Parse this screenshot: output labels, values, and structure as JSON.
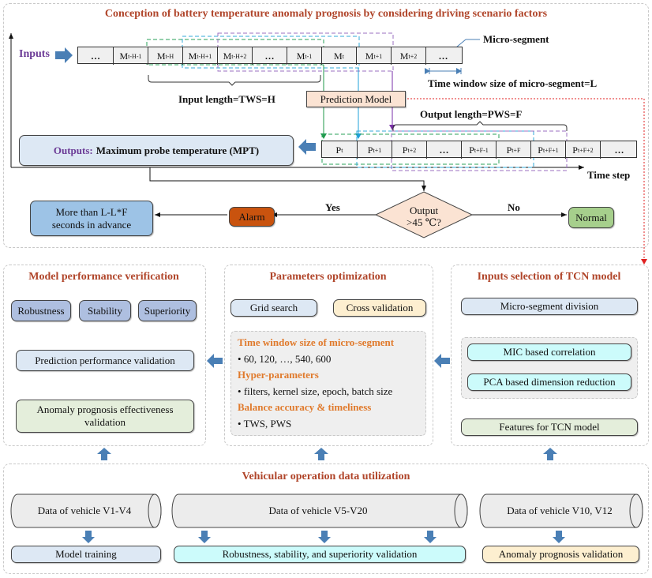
{
  "top": {
    "title": "Conception of battery temperature anomaly prognosis by considering driving scenario factors",
    "inputs_label": "Inputs",
    "input_cells": [
      {
        "base": "…",
        "sub": ""
      },
      {
        "base": "M",
        "sub": "t-H-1"
      },
      {
        "base": "M",
        "sub": "t-H"
      },
      {
        "base": "M",
        "sub": "t-H+1"
      },
      {
        "base": "M",
        "sub": "t-H+2"
      },
      {
        "base": "…",
        "sub": ""
      },
      {
        "base": "M",
        "sub": "t-1"
      },
      {
        "base": "M",
        "sub": "t"
      },
      {
        "base": "M",
        "sub": "t+1"
      },
      {
        "base": "M",
        "sub": "t+2"
      },
      {
        "base": "…",
        "sub": ""
      }
    ],
    "micro_segment_label": "Micro-segment",
    "time_window_label": "Time window size of micro-segment=L",
    "input_length_label": "Input length=TWS=H",
    "prediction_model_label": "Prediction Model",
    "output_length_label": "Output length=PWS=F",
    "outputs_prefix": "Outputs:",
    "outputs_text": "Maximum probe temperature (MPT)",
    "output_cells": [
      {
        "base": "P",
        "sub": "t"
      },
      {
        "base": "P",
        "sub": "t+1"
      },
      {
        "base": "P",
        "sub": "t+2"
      },
      {
        "base": "…",
        "sub": ""
      },
      {
        "base": "P",
        "sub": "t+F-1"
      },
      {
        "base": "P",
        "sub": "t+F"
      },
      {
        "base": "P",
        "sub": "t+F+1"
      },
      {
        "base": "P",
        "sub": "t+F+2"
      },
      {
        "base": "…",
        "sub": ""
      }
    ],
    "time_step_label": "Time step",
    "decision_line1": "Output",
    "decision_line2": ">45 ℃?",
    "yes_label": "Yes",
    "no_label": "No",
    "alarm_label": "Alarm",
    "normal_label": "Normal",
    "advance_line1": "More than L-L*F",
    "advance_line2": "seconds in advance"
  },
  "verification": {
    "title": "Model performance verification",
    "criteria": [
      "Robustness",
      "Stability",
      "Superiority"
    ],
    "prediction_validation": "Prediction performance validation",
    "anomaly_validation_line1": "Anomaly prognosis effectiveness",
    "anomaly_validation_line2": "validation"
  },
  "optimization": {
    "title": "Parameters optimization",
    "grid_search": "Grid search",
    "cross_validation": "Cross validation",
    "sections": [
      {
        "heading": "Time window size of micro-segment",
        "bullet": "60, 120, …, 540, 600"
      },
      {
        "heading": "Hyper-parameters",
        "bullet": "filters, kernel size, epoch, batch size"
      },
      {
        "heading": "Balance accuracy & timeliness",
        "bullet": "TWS, PWS"
      }
    ]
  },
  "inputs_selection": {
    "title": "Inputs selection of TCN model",
    "micro_division": "Micro-segment division",
    "mic": "MIC based correlation",
    "pca": "PCA based dimension reduction",
    "features": "Features for TCN model"
  },
  "data_utilization": {
    "title": "Vehicular operation data utilization",
    "datasets": [
      "Data of vehicle V1-V4",
      "Data of vehicle V5-V20",
      "Data of vehicle V10, V12"
    ],
    "uses": [
      "Model training",
      "Robustness, stability, and superiority validation",
      "Anomaly prognosis validation"
    ]
  },
  "colors": {
    "title": "#b0452a",
    "accent_orange": "#e07a2c",
    "arrow_blue": "#4a7fb5",
    "inputs_purple": "#6b3a96",
    "alarm": "#c9530e",
    "normal": "#a6cf8c",
    "advance": "#9dc3e6",
    "light_blue": "#dde8f4",
    "light_green": "#e4eedb",
    "cyan": "#ccfbfb",
    "cream": "#fdefd0",
    "peach": "#fbe3d3",
    "criteria": "#aebfe0"
  }
}
